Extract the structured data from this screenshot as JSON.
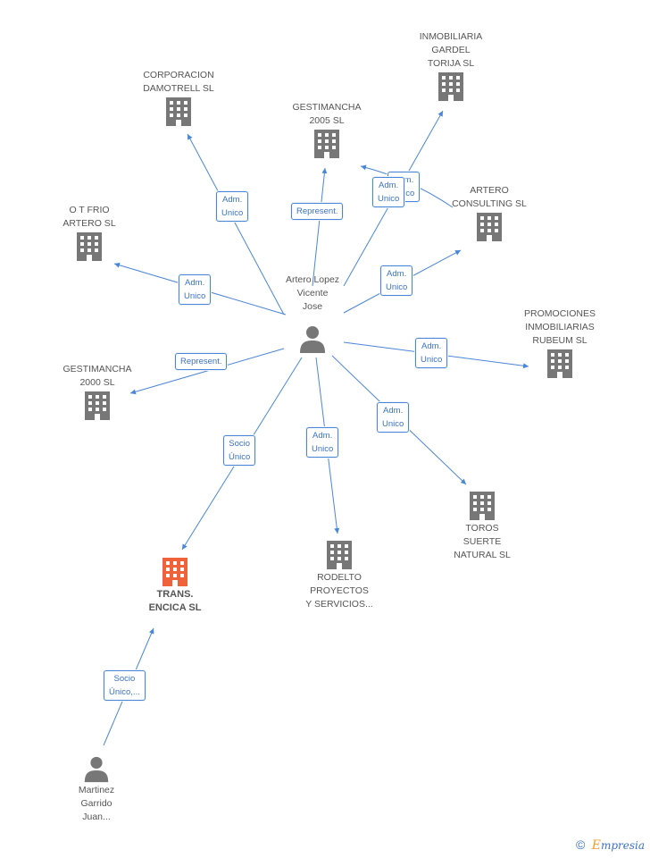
{
  "nodes": {
    "center": {
      "label": "Artero Lopez\nVicente\nJose",
      "type": "person"
    },
    "corporacion": {
      "label": "CORPORACION\nDAMOTRELL SL",
      "type": "company"
    },
    "gestimancha2005": {
      "label": "GESTIMANCHA\n2005 SL",
      "type": "company"
    },
    "inmobiliaria": {
      "label": "INMOBILIARIA\nGARDEL\nTORIJA  SL",
      "type": "company"
    },
    "artero_consulting": {
      "label": "ARTERO\nCONSULTING SL",
      "type": "company"
    },
    "otfrio": {
      "label": "O T FRIO\nARTERO SL",
      "type": "company"
    },
    "promociones": {
      "label": "PROMOCIONES\nINMOBILIARIAS\nRUBEUM SL",
      "type": "company"
    },
    "gestimancha2000": {
      "label": "GESTIMANCHA\n2000 SL",
      "type": "company"
    },
    "toros": {
      "label": "TOROS\nSUERTE\nNATURAL SL",
      "type": "company"
    },
    "rodelto": {
      "label": "RODELTO\nPROYECTOS\nY SERVICIOS...",
      "type": "company"
    },
    "trans": {
      "label": "TRANS.\nENCICA SL",
      "type": "company-focus"
    },
    "martinez": {
      "label": "Martinez\nGarrido\nJuan...",
      "type": "person"
    }
  },
  "edges": [
    {
      "id": "e-corporacion",
      "label": "Adm.\nUnico"
    },
    {
      "id": "e-gestimancha2005",
      "label": "Represent."
    },
    {
      "id": "e-inmobiliaria",
      "label": "Adm.\nUnico"
    },
    {
      "id": "e-artero-consulting",
      "label": "Adm.\nUnico"
    },
    {
      "id": "e-artero-consulting-2",
      "label": "Adm.\nUnico"
    },
    {
      "id": "e-otfrio",
      "label": "Adm.\nUnico"
    },
    {
      "id": "e-promociones",
      "label": "Adm.\nUnico"
    },
    {
      "id": "e-gestimancha2000",
      "label": "Represent."
    },
    {
      "id": "e-toros",
      "label": "Adm.\nUnico"
    },
    {
      "id": "e-rodelto",
      "label": "Adm.\nUnico"
    },
    {
      "id": "e-trans",
      "label": "Socio\nÚnico"
    },
    {
      "id": "e-martinez",
      "label": "Socio\nÚnico,..."
    }
  ],
  "colors": {
    "edge": "#4a86d8",
    "company": "#777777",
    "focus": "#f0623a",
    "person": "#777777"
  },
  "footer": {
    "copyright": "©",
    "brand_e": "E",
    "brand_rest": "mpresia"
  }
}
